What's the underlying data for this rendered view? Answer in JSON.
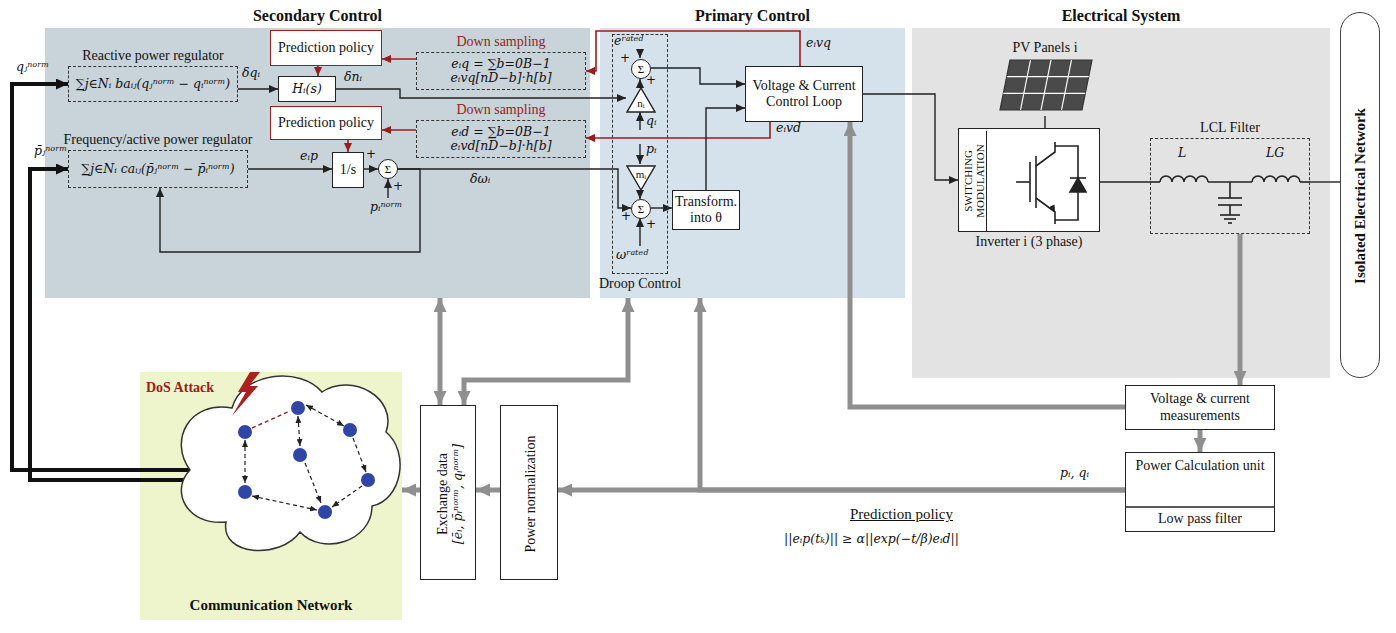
{
  "diagram": {
    "nodes": [
      {
        "text": [
          "Secondary Control"
        ]
      },
      {
        "text": [
          "Reactive power regulator",
          "∑j∈Nᵢ baᵢⱼ(qⱼⁿᵒʳᵐ − qᵢⁿᵒʳᵐ)"
        ],
        "in": 0
      },
      {
        "text": [
          "Prediction policy"
        ],
        "in": 0
      },
      {
        "text": [
          "Down sampling",
          "eᵢq = ∑b=0B−1 eᵢvq[nD−b]·h[b]"
        ],
        "in": 0
      },
      {
        "text": [
          "Hᵢ(s)"
        ],
        "in": 0
      },
      {
        "text": [
          "Frequency/active power regulator",
          "∑j∈Nᵢ caᵢⱼ(p̄ⱼⁿᵒʳᵐ − p̄ᵢⁿᵒʳᵐ)"
        ],
        "in": 0
      },
      {
        "text": [
          "Prediction policy"
        ],
        "in": 0
      },
      {
        "text": [
          "Down sampling",
          "eᵢd = ∑b=0B−1 eᵢvd[nD−b]·h[b]"
        ],
        "in": 0
      },
      {
        "text": [
          "1/s"
        ],
        "in": 0
      },
      {
        "text": [
          "Σ"
        ],
        "in": 0
      },
      {
        "text": [
          "Primary Control"
        ]
      },
      {
        "text": [
          "Droop Control"
        ],
        "in": 10
      },
      {
        "text": [
          "Σ"
        ],
        "in": 11
      },
      {
        "text": [
          "nᵢ"
        ],
        "in": 11
      },
      {
        "text": [
          "mᵢ"
        ],
        "in": 11
      },
      {
        "text": [
          "Σ"
        ],
        "in": 11
      },
      {
        "text": [
          "Voltage & Current Control Loop"
        ],
        "in": 10
      },
      {
        "text": [
          "Transform. into θ"
        ],
        "in": 10
      },
      {
        "text": [
          "Electrical System"
        ]
      },
      {
        "text": [
          "PV Panels i"
        ],
        "in": 18
      },
      {
        "text": [
          "Inverter i (3 phase)"
        ],
        "in": 18
      },
      {
        "text": [
          "SWITCHING MODULATION"
        ],
        "in": 20
      },
      {
        "text": [
          "LCL Filter"
        ],
        "in": 18
      },
      {
        "text": [
          "Isolated Electrical Network"
        ]
      },
      {
        "text": [
          "Voltage & current measurements"
        ]
      },
      {
        "text": [
          "Power Calculation unit",
          "Low pass filter"
        ]
      },
      {
        "text": [
          "Power normalization"
        ]
      },
      {
        "text": [
          "Exchange data",
          "[ēᵢ, p̄ᵢⁿᵒʳᵐ, qᵢⁿᵒʳᵐ]"
        ]
      },
      {
        "text": [
          "Communication Network"
        ]
      }
    ],
    "edges": [
      {
        "from": 1,
        "to": 4,
        "arrow": "to",
        "label": "δqᵢ"
      },
      {
        "from": 3,
        "to": 2,
        "arrow": "to"
      },
      {
        "from": 2,
        "to": 4,
        "arrow": "to"
      },
      {
        "from": 4,
        "to": 13,
        "arrow": "to",
        "label": "δnᵢ"
      },
      {
        "from": 13,
        "to": 12,
        "arrow": "to"
      },
      {
        "from": 12,
        "to": 16,
        "arrow": "to"
      },
      {
        "from": 16,
        "to": 3,
        "arrow": "to",
        "label": "eᵢvq"
      },
      {
        "from": 16,
        "to": 7,
        "arrow": "to",
        "label": "eᵢvd"
      },
      {
        "from": 7,
        "to": 6,
        "arrow": "to"
      },
      {
        "from": 6,
        "to": 8,
        "arrow": "to"
      },
      {
        "from": 5,
        "to": 8,
        "arrow": "to",
        "label": "eᵢp"
      },
      {
        "from": 8,
        "to": 9,
        "arrow": "to"
      },
      {
        "from": 9,
        "to": 15,
        "arrow": "to",
        "label": "δωᵢ"
      },
      {
        "from": 9,
        "to": 5,
        "arrow": "to"
      },
      {
        "from": 14,
        "to": 15,
        "arrow": "to"
      },
      {
        "from": 15,
        "to": 17,
        "arrow": "to"
      },
      {
        "from": 17,
        "to": 16,
        "arrow": "to"
      },
      {
        "from": 16,
        "to": 20,
        "arrow": "to"
      },
      {
        "from": 19,
        "to": 20,
        "arrow": "none"
      },
      {
        "from": 20,
        "to": 22,
        "arrow": "none"
      },
      {
        "from": 22,
        "to": 23,
        "arrow": "none"
      },
      {
        "from": 22,
        "to": 24,
        "arrow": "to"
      },
      {
        "from": 24,
        "to": 16,
        "arrow": "to"
      },
      {
        "from": 24,
        "to": 25,
        "arrow": "to"
      },
      {
        "from": 25,
        "to": 26,
        "arrow": "to",
        "label": "pᵢ, qᵢ"
      },
      {
        "from": 25,
        "to": 10,
        "arrow": "to"
      },
      {
        "from": 26,
        "to": 27,
        "arrow": "to"
      },
      {
        "from": 27,
        "to": 0,
        "arrow": "both"
      },
      {
        "from": 27,
        "to": 10,
        "arrow": "both"
      },
      {
        "from": 27,
        "to": 28,
        "arrow": "to"
      },
      {
        "from": 28,
        "to": 1,
        "arrow": "to",
        "label": "qⱼⁿᵒʳᵐ"
      },
      {
        "from": 28,
        "to": 5,
        "arrow": "to",
        "label": "p̄ⱼⁿᵒʳᵐ"
      }
    ],
    "labels": [
      "pᵢⁿᵒʳᵐ",
      "+",
      "+",
      "eʳᵃᵗᵉᵈ",
      "+",
      "+",
      "qᵢ",
      "pᵢ",
      "+",
      "+",
      "ωʳᵃᵗᵉᵈ",
      "L",
      "LG",
      "DoS Attack",
      "Prediction policy",
      "||eᵢp(tₖ)|| ≥ α||exp(−t/β)eᵢd||"
    ]
  }
}
